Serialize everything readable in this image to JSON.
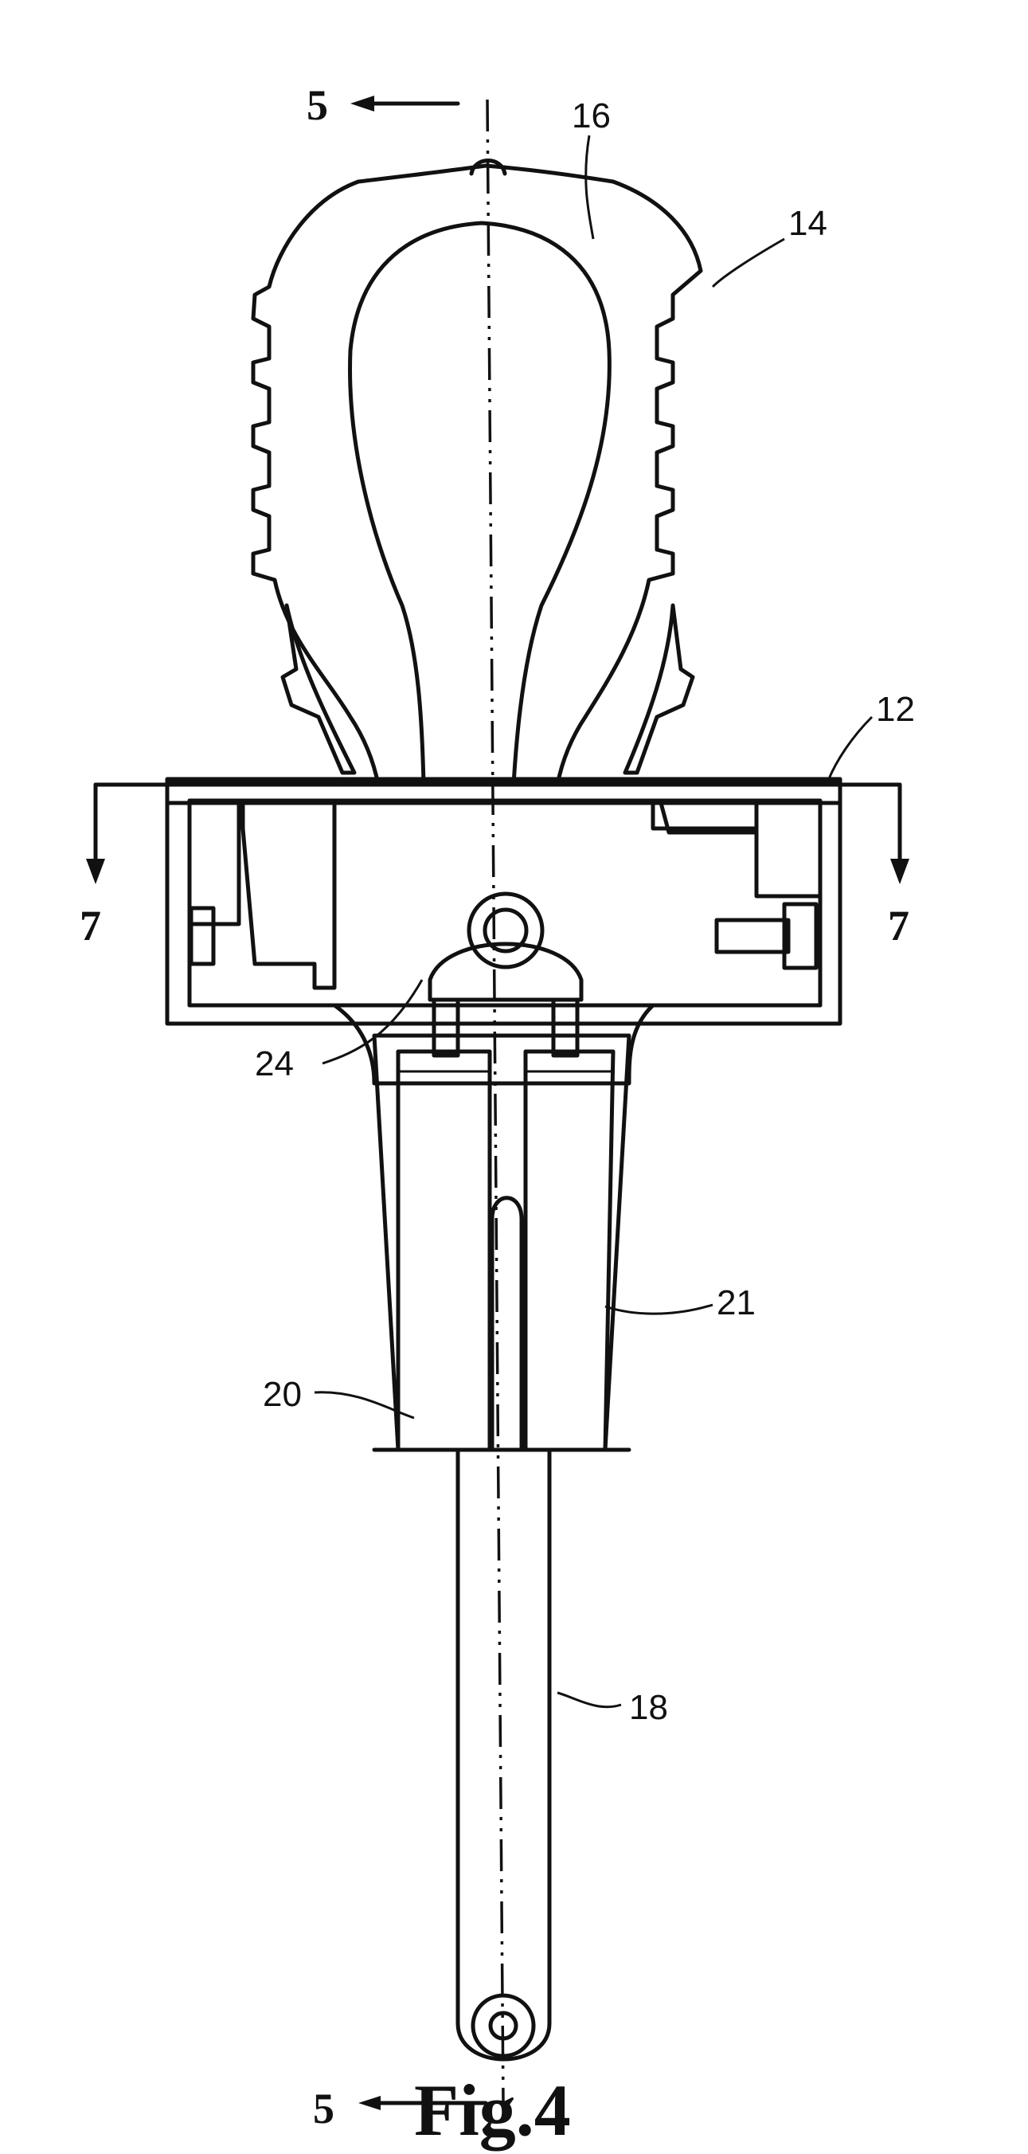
{
  "figure": {
    "caption": "Fig.4",
    "section_marks": {
      "top": "5",
      "bottom": "5",
      "left": "7",
      "right": "7"
    },
    "reference_numerals": {
      "cap": "12",
      "bulb": "14",
      "chamber": "16",
      "stem": "18",
      "left_leg": "20",
      "right_leg": "21",
      "valve": "24"
    }
  }
}
